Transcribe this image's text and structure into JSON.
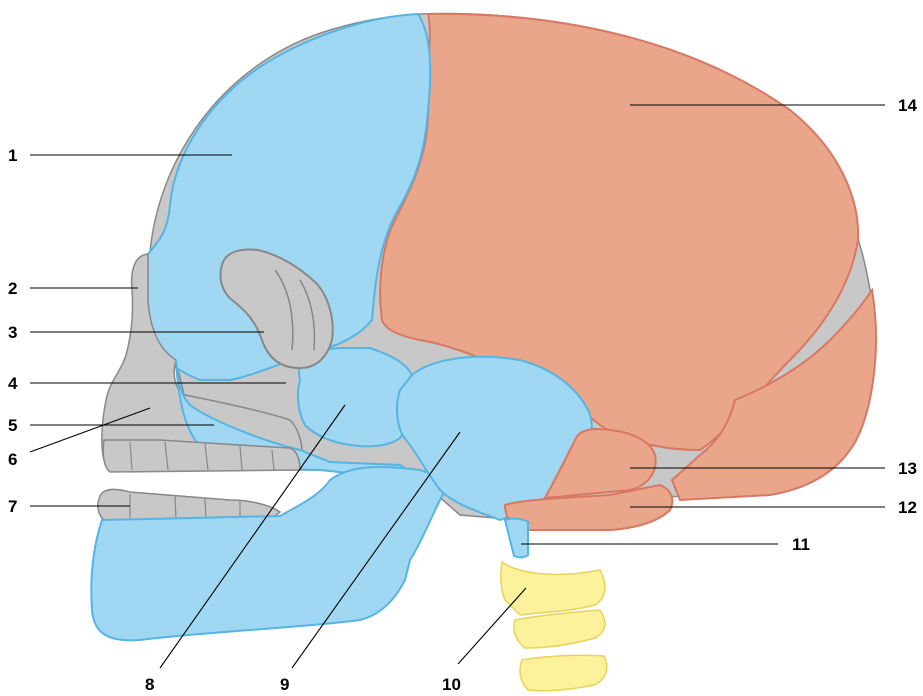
{
  "diagram": {
    "subject": "skull lateral view",
    "colors": {
      "blue_bone": "#a0d8f3",
      "blue_outline": "#56b4e3",
      "red_bone": "#e9a68b",
      "red_outline": "#d97862",
      "gray_bone": "#c8c8c8",
      "gray_outline": "#888888",
      "vertebra": "#fbf29b",
      "vertebra_outline": "#ead25a"
    },
    "labels": [
      {
        "id": "1",
        "text": "1"
      },
      {
        "id": "2",
        "text": "2"
      },
      {
        "id": "3",
        "text": "3"
      },
      {
        "id": "4",
        "text": "4"
      },
      {
        "id": "5",
        "text": "5"
      },
      {
        "id": "6",
        "text": "6"
      },
      {
        "id": "7",
        "text": "7"
      },
      {
        "id": "8",
        "text": "8"
      },
      {
        "id": "9",
        "text": "9"
      },
      {
        "id": "10",
        "text": "10"
      },
      {
        "id": "11",
        "text": "11"
      },
      {
        "id": "12",
        "text": "12"
      },
      {
        "id": "13",
        "text": "13"
      },
      {
        "id": "14",
        "text": "14"
      }
    ]
  }
}
